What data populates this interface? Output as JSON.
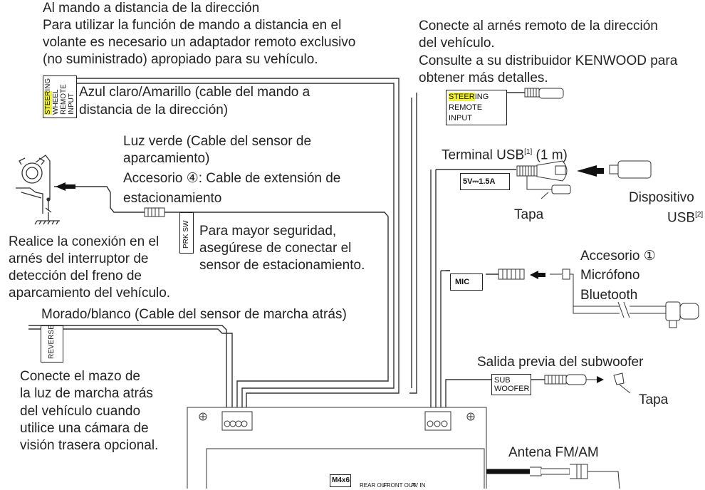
{
  "steering_text": {
    "line1": "Al mando a distancia de la dirección",
    "line2": "Para utilizar la función de mando a distancia en el",
    "line3": "volante es necesario un adaptador remoto exclusivo",
    "line4": "(no suministrado) apropiado para su vehículo."
  },
  "steering_label": {
    "hl": "STEER",
    "rest": "ING",
    "l2": "WHEEL",
    "l3": "REMOTE",
    "l4": "INPUT"
  },
  "blue_yellow": {
    "line1": "Azul claro/Amarillo (cable del mando a",
    "line2": "distancia de la dirección)"
  },
  "green": {
    "line1": "Luz verde (Cable del sensor de",
    "line2": "aparcamiento)",
    "line3": "Accesorio ④: Cable de extensión de",
    "line4": "estacionamiento"
  },
  "prk_label": "PRK SW",
  "prk_note": {
    "line1": "Para mayor seguridad,",
    "line2": "asegúrese de conectar el",
    "line3": "sensor de estacionamiento."
  },
  "brake_note": {
    "line1": "Realice la conexión en el",
    "line2": "arnés del interruptor de",
    "line3": "detección del freno de",
    "line4": "aparcamiento del vehículo."
  },
  "reverse": {
    "title": "Morado/blanco (Cable del sensor de marcha atrás)",
    "label": "REVERSE",
    "line1": "Conecte el mazo de",
    "line2": "la luz de marcha atrás",
    "line3": "del vehículo cuando",
    "line4": "utilice una cámara de",
    "line5": "visión trasera opcional."
  },
  "remote_harness": {
    "line1": "Conecte al arnés remoto de la dirección",
    "line2": "del vehículo.",
    "line3": "Consulte a su distribuidor KENWOOD para",
    "line4": "obtener más detalles.",
    "label_hl": "STEER",
    "label_rest": "ING",
    "label_l2": "REMOTE",
    "label_l3": "INPUT"
  },
  "usb": {
    "title": "Terminal USB",
    "title_sup": "[1]",
    "title_rest": " (1 m)",
    "rating": "5V⎓1.5A",
    "cap": "Tapa",
    "device_line1": "Dispositivo",
    "device_line2": "USB",
    "device_sup": "[2]"
  },
  "mic": {
    "label": "MIC",
    "line1": "Accesorio ①",
    "line2": "Micrófono",
    "line3": "Bluetooth"
  },
  "subwoofer": {
    "title": "Salida previa del subwoofer",
    "label_l1": "SUB",
    "label_l2": "WOOFER",
    "cap": "Tapa"
  },
  "antenna": {
    "title": "Antena FM/AM"
  },
  "unit": {
    "screw": "M4x6",
    "rear_out": "REAR OUT",
    "front_out": "FRONT OUT",
    "av_in": "AV IN"
  }
}
